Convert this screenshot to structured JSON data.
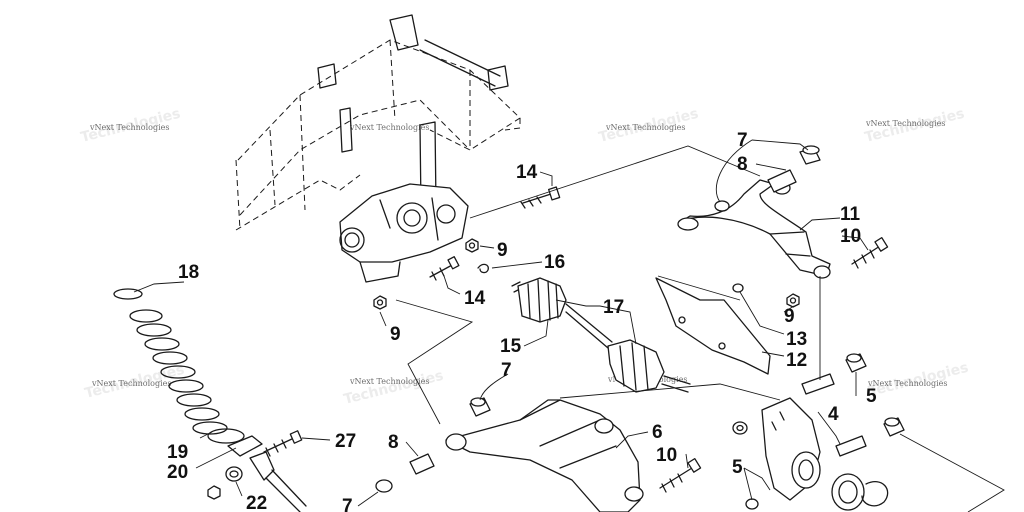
{
  "watermark": "vNext Technologies",
  "callouts": {
    "c7a": "7",
    "c8a": "8",
    "c14a": "14",
    "c11": "11",
    "c10a": "10",
    "c9a": "9",
    "c16": "16",
    "c18": "18",
    "c14b": "14",
    "c17": "17",
    "c9b": "9",
    "c13": "13",
    "c15": "15",
    "c12": "12",
    "c7b": "7",
    "c5a": "5",
    "c4": "4",
    "c6": "6",
    "c8b": "8",
    "c10b": "10",
    "c19": "19",
    "c27": "27",
    "c5b": "5",
    "c20": "20",
    "c22": "22",
    "c7c": "7"
  },
  "colors": {
    "line": "#1a1a1a",
    "background": "#ffffff",
    "watermark": "#6e6e6e"
  }
}
